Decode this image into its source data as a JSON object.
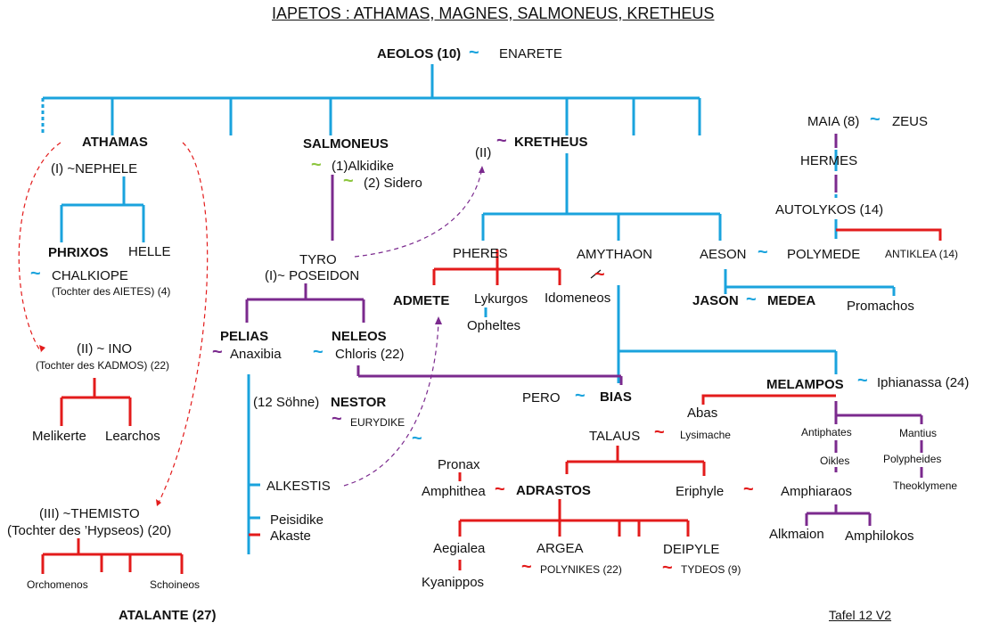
{
  "title": "IAPETOS : ATHAMAS, MAGNES, SALMONEUS, KRETHEUS",
  "footer": "Tafel 12 V2",
  "colors": {
    "blue": "#1aa3dd",
    "red": "#e31b1b",
    "purple": "#7b2a8e",
    "green": "#8dc63f"
  },
  "marriage_symbol": "~",
  "people": {
    "aeolos": "AEOLOS (10)",
    "enarete": "ENARETE",
    "athamas": "ATHAMAS",
    "nephele": "(I) ~NEPHELE",
    "phrixos": "PHRIXOS",
    "helle": "HELLE",
    "chalkiope": "CHALKIOPE",
    "chalkiope_note": "(Tochter des AIETES) (4)",
    "ino": "(II) ~ INO",
    "ino_note": "(Tochter des KADMOS) (22)",
    "melikerte": "Melikerte",
    "learchos": "Learchos",
    "themisto": "(III) ~THEMISTO",
    "themisto_note": "(Tochter des ’Hypseos) (20)",
    "orchomenos": "Orchomenos",
    "schoineos": "Schoineos",
    "atalante": "ATALANTE (27)",
    "salmoneus": "SALMONEUS",
    "alkidike": "(1)Alkidike",
    "sidero": "(2) Sidero",
    "tyro": "TYRO",
    "poseidon": "(I)~ POSEIDON",
    "pelias": "PELIAS",
    "anaxibia": "Anaxibia",
    "neleos": "NELEOS",
    "chloris": "Chloris (22)",
    "zwoelf_soehne": "(12 Söhne)",
    "nestor": "NESTOR",
    "eurydike": "EURYDIKE",
    "alkestis": "ALKESTIS",
    "peisidike": "Peisidike",
    "akaste": "Akaste",
    "kretheus": "KRETHEUS",
    "kretheus_num": "(II)",
    "pheres": "PHERES",
    "amythaon": "AMYTHAON",
    "aeson": "AESON",
    "polymede": "POLYMEDE",
    "antiklea": "ANTIKLEA (14)",
    "admete": "ADMETE",
    "lykurgos": "Lykurgos",
    "opheltes": "Opheltes",
    "idomeneos": "Idomeneos",
    "jason": "JASON",
    "medea": "MEDEA",
    "promachos": "Promachos",
    "maia": "MAIA (8)",
    "zeus": "ZEUS",
    "hermes": "HERMES",
    "autolykos": "AUTOLYKOS (14)",
    "pero": "PERO",
    "bias": "BIAS",
    "melampos": "MELAMPOS",
    "iphianassa": "Iphianassa (24)",
    "abas": "Abas",
    "lysimache": "Lysimache",
    "talaus": "TALAUS",
    "antiphates": "Antiphates",
    "mantius": "Mantius",
    "oikles": "Oikles",
    "polypheides": "Polypheides",
    "theoklymene": "Theoklymene",
    "pronax": "Pronax",
    "amphithea": "Amphithea",
    "adrastos": "ADRASTOS",
    "eriphyle": "Eriphyle",
    "amphiaraos": "Amphiaraos",
    "alkmaion": "Alkmaion",
    "amphilokos": "Amphilokos",
    "aegialea": "Aegialea",
    "kyanippos": "Kyanippos",
    "argea": "ARGEA",
    "polynikes": "POLYNIKES (22)",
    "deipyle": "DEIPYLE",
    "tydeos": "TYDEOS (9)"
  }
}
